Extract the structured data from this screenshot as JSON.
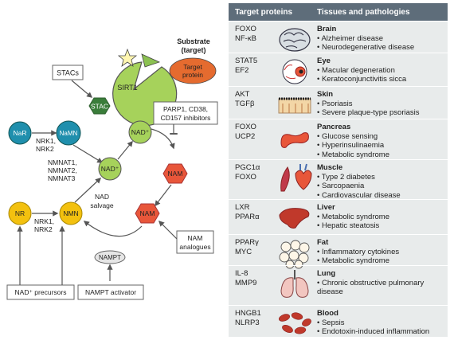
{
  "colors": {
    "teal_node": "#1f8fad",
    "yellow_node": "#f3c10f",
    "green": "#9bc84b",
    "dark_green": "#4f8a2e",
    "salmon": "#e8563a",
    "orange": "#e56b2f",
    "table_bg": "#e8ebeb",
    "table_header": "#5e6d7a"
  },
  "diagram": {
    "substrate_label_1": "Substrate",
    "substrate_label_2": "(target)",
    "target_protein_1": "Target",
    "target_protein_2": "protein",
    "sirt1": "SIRT1",
    "stacs_box": "STACs",
    "stac_hex": "STAC",
    "parp_box": [
      "PARP1, CD38,",
      "CD157 inhibitors"
    ],
    "nar": "NaR",
    "namn": "NaMN",
    "nrk_top": [
      "NRK1,",
      "NRK2"
    ],
    "nmnat": [
      "NMNAT1,",
      "NMNAT2,",
      "NMNAT3"
    ],
    "nad_top": "NAD⁺",
    "nad_mid": "NAD⁺",
    "nam_top": "NAM",
    "nam_bottom": "NAM",
    "nad_salvage": [
      "NAD",
      "salvage"
    ],
    "nr": "NR",
    "nmn": "NMN",
    "nrk_bottom": [
      "NRK1,",
      "NRK2"
    ],
    "nampt": "NAMPT",
    "nam_analogues": [
      "NAM",
      "analogues"
    ],
    "nad_precursors": "NAD⁺ precursors",
    "nampt_activator": "NAMPT activator"
  },
  "table": {
    "header_targets": "Target proteins",
    "header_tissues": "Tissues and pathologies",
    "rows": [
      {
        "proteins": [
          "FOXO",
          "NF-κB"
        ],
        "tissue": "Brain",
        "items": [
          "Alzheimer disease",
          "Neurodegenerative disease"
        ],
        "icon": "brain-icon"
      },
      {
        "proteins": [
          "STAT5",
          "EF2"
        ],
        "tissue": "Eye",
        "items": [
          "Macular degeneration",
          "Keratoconjunctivitis sicca"
        ],
        "icon": "eye-icon"
      },
      {
        "proteins": [
          "AKT",
          "TGFβ"
        ],
        "tissue": "Skin",
        "items": [
          "Psoriasis",
          "Severe plaque-type psoriasis"
        ],
        "icon": "skin-icon"
      },
      {
        "proteins": [
          "FOXO",
          "UCP2"
        ],
        "tissue": "Pancreas",
        "items": [
          "Glucose sensing",
          "Hyperinsulinaemia",
          "Metabolic syndrome"
        ],
        "icon": "pancreas-icon"
      },
      {
        "proteins": [
          "PGC1α",
          "FOXO"
        ],
        "tissue": "Muscle",
        "items": [
          "Type 2 diabetes",
          "Sarcopaenia",
          "Cardiovascular disease"
        ],
        "icon": "muscle-heart-icon"
      },
      {
        "proteins": [
          "LXR",
          "PPARα"
        ],
        "tissue": "Liver",
        "items": [
          "Metabolic syndrome",
          "Hepatic steatosis"
        ],
        "icon": "liver-icon"
      },
      {
        "proteins": [
          "PPARγ",
          "MYC"
        ],
        "tissue": "Fat",
        "items": [
          "Inflammatory cytokines",
          "Metabolic syndrome"
        ],
        "icon": "fat-cells-icon"
      },
      {
        "proteins": [
          "IL-8",
          "MMP9"
        ],
        "tissue": "Lung",
        "items": [
          "Chronic obstructive pulmonary disease"
        ],
        "icon": "lung-icon"
      },
      {
        "proteins": [
          "HNGB1",
          "NLRP3"
        ],
        "tissue": "Blood",
        "items": [
          "Sepsis",
          "Endotoxin-induced inflammation"
        ],
        "icon": "blood-cells-icon"
      }
    ]
  }
}
